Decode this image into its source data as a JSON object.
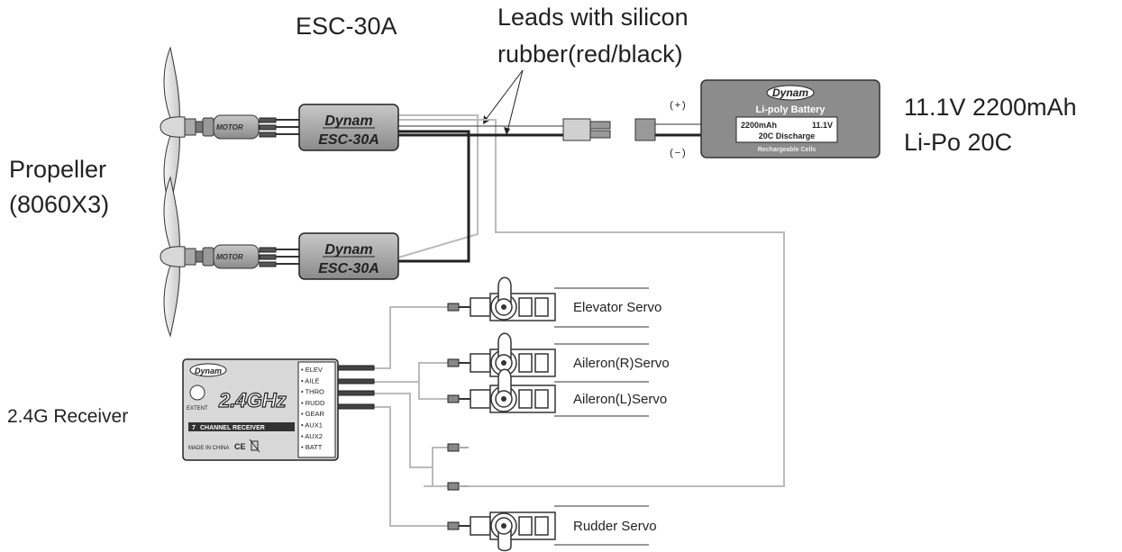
{
  "labels": {
    "esc_title": "ESC-30A",
    "leads_line1": "Leads with silicon",
    "leads_line2": "rubber(red/black)",
    "battery_spec_line1": "11.1V 2200mAh",
    "battery_spec_line2": "Li-Po  20C",
    "propeller_line1": "Propeller",
    "propeller_line2": "(8060X3)",
    "receiver": "2.4G  Receiver",
    "elevator_servo": "Elevator  Servo",
    "aileron_r_servo": "Aileron(R)Servo",
    "aileron_l_servo": "Aileron(L)Servo",
    "rudder_servo": "Rudder  Servo"
  },
  "esc": {
    "brand": "Dynam",
    "model": "ESC-30A"
  },
  "motor": {
    "label": "MOTOR"
  },
  "battery": {
    "brand": "Dynam",
    "title": "Li-poly Battery",
    "capacity": "2200mAh",
    "voltage": "11.1V",
    "discharge": "20C Discharge",
    "footer": "Rechargeable Cells",
    "plus": "(+)",
    "minus": "(−)"
  },
  "receiver_unit": {
    "brand": "Dynam",
    "logo": "2.4GHz",
    "extent": "EXTENT",
    "channel_label": "CHANNEL RECEIVER",
    "channel_count": "7",
    "made_in": "MADE IN CHINA",
    "ce": "CE",
    "channels": [
      "• ELEV",
      "• AILE",
      "• THRO",
      "• RUDD",
      "• GEAR",
      "• AUX1",
      "• AUX2",
      "• BATT"
    ]
  },
  "colors": {
    "body_gray": "#9a9a9a",
    "wire_gray": "#bbbbbb",
    "wire_black": "#222222",
    "battery_gray": "#8c8c8c"
  }
}
